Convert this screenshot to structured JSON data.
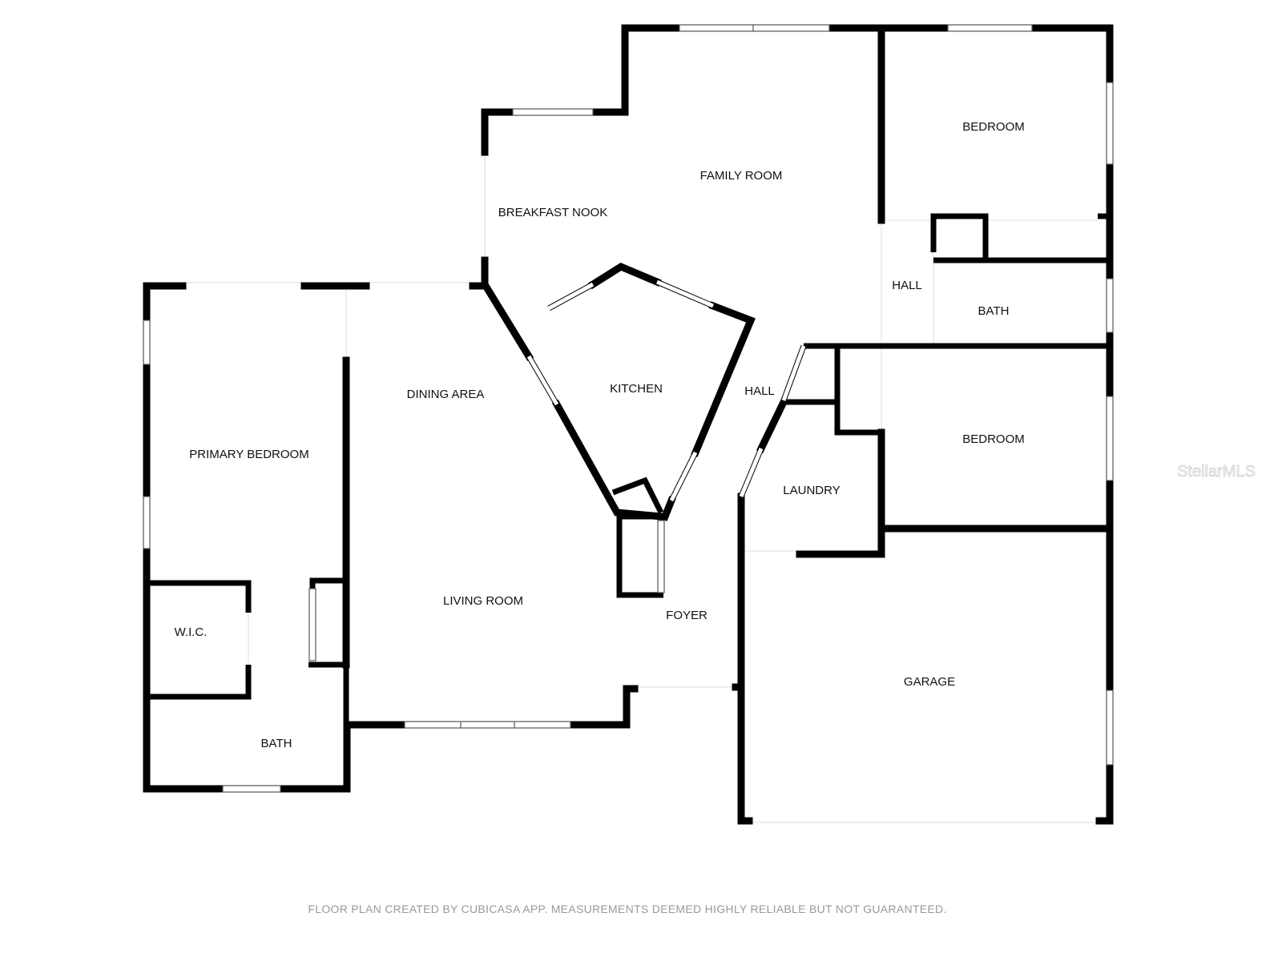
{
  "rooms": {
    "family_room": "FAMILY ROOM",
    "breakfast_nook": "BREAKFAST NOOK",
    "bedroom_1": "BEDROOM",
    "hall_1": "HALL",
    "bath_1": "BATH",
    "kitchen": "KITCHEN",
    "hall_2": "HALL",
    "dining_area": "DINING AREA",
    "primary_bedroom": "PRIMARY BEDROOM",
    "bedroom_2": "BEDROOM",
    "laundry": "LAUNDRY",
    "living_room": "LIVING ROOM",
    "wic": "W.I.C.",
    "foyer": "FOYER",
    "garage": "GARAGE",
    "bath_2": "BATH"
  },
  "watermark": "StellarMLS",
  "footer": "FLOOR PLAN CREATED BY CUBICASA APP. MEASUREMENTS DEEMED HIGHLY RELIABLE BUT NOT GUARANTEED."
}
